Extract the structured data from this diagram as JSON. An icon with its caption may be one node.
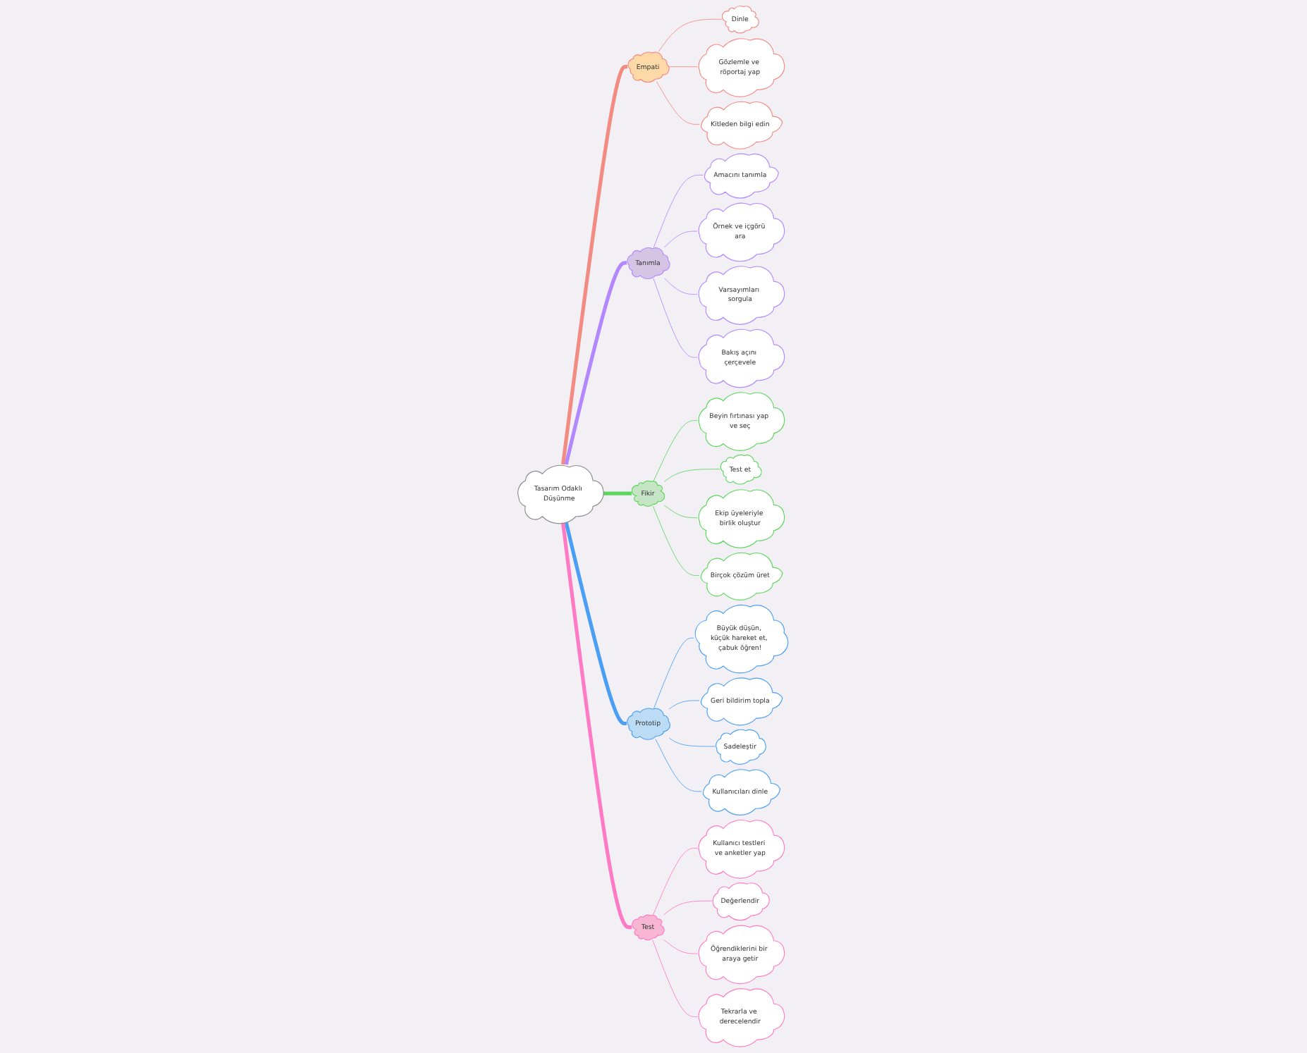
{
  "diagram": {
    "nodes": [
      {
        "text": [
          "Tasarım Odaklı Düşünme"
        ]
      },
      {
        "text": [
          "Empati"
        ]
      },
      {
        "text": [
          "Dinle"
        ]
      },
      {
        "text": [
          "Gözlemle ve röportaj yap"
        ]
      },
      {
        "text": [
          "Kitleden bilgi edin"
        ]
      },
      {
        "text": [
          "Tanımla"
        ]
      },
      {
        "text": [
          "Amacını tanımla"
        ]
      },
      {
        "text": [
          "Örnek ve içgörü ara"
        ]
      },
      {
        "text": [
          "Varsayımları sorgula"
        ]
      },
      {
        "text": [
          "Bakış açını çerçevele"
        ]
      },
      {
        "text": [
          "Fikir"
        ]
      },
      {
        "text": [
          "Beyin fırtınası yap ve seç"
        ]
      },
      {
        "text": [
          "Test et"
        ]
      },
      {
        "text": [
          "Ekip üyeleriyle birlik oluştur"
        ]
      },
      {
        "text": [
          "Birçok çözüm üret"
        ]
      },
      {
        "text": [
          "Prototip"
        ]
      },
      {
        "text": [
          "Büyük düşün, küçük hareket et, çabuk öğren!"
        ]
      },
      {
        "text": [
          "Geri bildirim topla"
        ]
      },
      {
        "text": [
          "Sadeleştir"
        ]
      },
      {
        "text": [
          "Kullanıcıları dinle"
        ]
      },
      {
        "text": [
          "Test"
        ]
      },
      {
        "text": [
          "Kullanıcı testleri ve anketler yap"
        ]
      },
      {
        "text": [
          "Değerlendir"
        ]
      },
      {
        "text": [
          "Öğrendiklerini bir araya getir"
        ]
      },
      {
        "text": [
          "Tekrarla ve derecelendir"
        ]
      }
    ],
    "edges": [
      {
        "from": 0,
        "to": 1,
        "arrow": "none",
        "style": "thick",
        "color": "#f28b82"
      },
      {
        "from": 1,
        "to": 2,
        "arrow": "none",
        "color": "#f28b82"
      },
      {
        "from": 1,
        "to": 3,
        "arrow": "none",
        "color": "#f28b82"
      },
      {
        "from": 1,
        "to": 4,
        "arrow": "none",
        "color": "#f28b82"
      },
      {
        "from": 0,
        "to": 5,
        "arrow": "none",
        "style": "thick",
        "color": "#b388ff"
      },
      {
        "from": 5,
        "to": 6,
        "arrow": "none",
        "color": "#b388ff"
      },
      {
        "from": 5,
        "to": 7,
        "arrow": "none",
        "color": "#b388ff"
      },
      {
        "from": 5,
        "to": 8,
        "arrow": "none",
        "color": "#b388ff"
      },
      {
        "from": 5,
        "to": 9,
        "arrow": "none",
        "color": "#b388ff"
      },
      {
        "from": 0,
        "to": 10,
        "arrow": "none",
        "style": "thick",
        "color": "#5cd65c"
      },
      {
        "from": 10,
        "to": 11,
        "arrow": "none",
        "color": "#5cd65c"
      },
      {
        "from": 10,
        "to": 12,
        "arrow": "none",
        "color": "#5cd65c"
      },
      {
        "from": 10,
        "to": 13,
        "arrow": "none",
        "color": "#5cd65c"
      },
      {
        "from": 10,
        "to": 14,
        "arrow": "none",
        "color": "#5cd65c"
      },
      {
        "from": 0,
        "to": 15,
        "arrow": "none",
        "style": "thick",
        "color": "#4a9ff5"
      },
      {
        "from": 15,
        "to": 16,
        "arrow": "none",
        "color": "#4a9ff5"
      },
      {
        "from": 15,
        "to": 17,
        "arrow": "none",
        "color": "#4a9ff5"
      },
      {
        "from": 15,
        "to": 18,
        "arrow": "none",
        "color": "#4a9ff5"
      },
      {
        "from": 15,
        "to": 19,
        "arrow": "none",
        "color": "#4a9ff5"
      },
      {
        "from": 0,
        "to": 20,
        "arrow": "none",
        "style": "thick",
        "color": "#ff7ac4"
      },
      {
        "from": 20,
        "to": 21,
        "arrow": "none",
        "color": "#ff7ac4"
      },
      {
        "from": 20,
        "to": 22,
        "arrow": "none",
        "color": "#ff7ac4"
      },
      {
        "from": 20,
        "to": 23,
        "arrow": "none",
        "color": "#ff7ac4"
      },
      {
        "from": 20,
        "to": 24,
        "arrow": "none",
        "color": "#ff7ac4"
      }
    ]
  }
}
